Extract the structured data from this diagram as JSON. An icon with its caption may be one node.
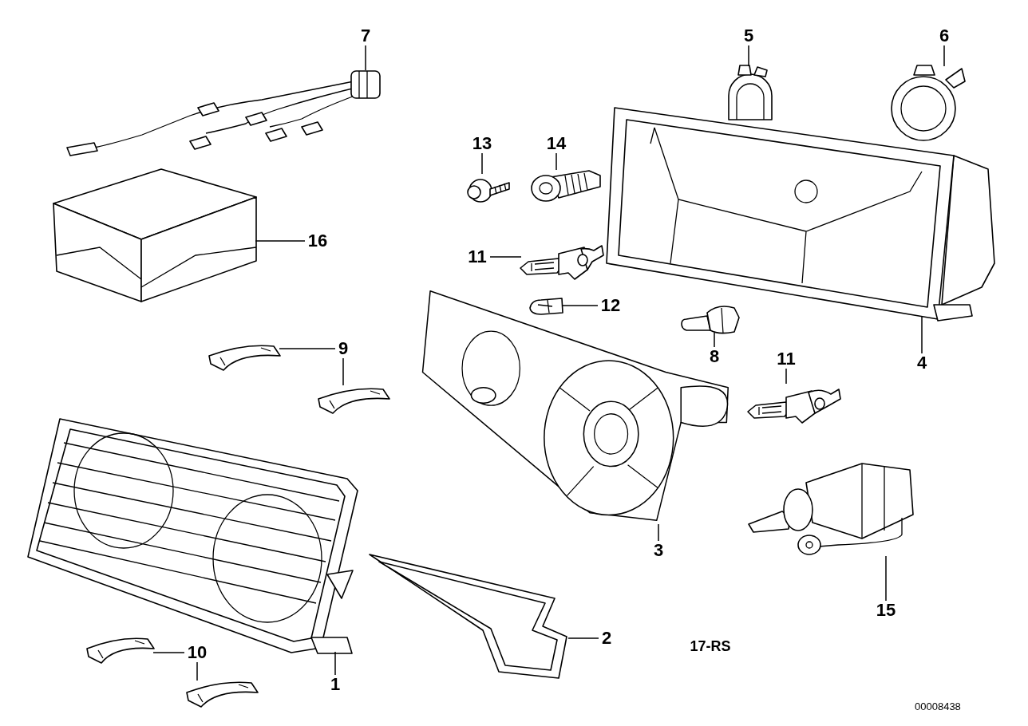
{
  "diagram": {
    "nodes": [
      {
        "text": [
          "7"
        ]
      },
      {
        "text": [
          "5"
        ]
      },
      {
        "text": [
          "6"
        ]
      },
      {
        "text": [
          "13"
        ]
      },
      {
        "text": [
          "14"
        ]
      },
      {
        "text": [
          "16"
        ]
      },
      {
        "text": [
          "11"
        ]
      },
      {
        "text": [
          "12"
        ]
      },
      {
        "text": [
          "9"
        ]
      },
      {
        "text": [
          "8"
        ]
      },
      {
        "text": [
          "4"
        ]
      },
      {
        "text": [
          "11"
        ]
      },
      {
        "text": [
          "3"
        ]
      },
      {
        "text": [
          "2"
        ]
      },
      {
        "text": [
          "15"
        ]
      },
      {
        "text": [
          "10"
        ]
      },
      {
        "text": [
          "1"
        ]
      },
      {
        "text": [],
        "shape": "picture"
      },
      {
        "text": [],
        "shape": "picture"
      },
      {
        "text": [],
        "shape": "picture"
      },
      {
        "text": [],
        "shape": "picture"
      },
      {
        "text": [],
        "shape": "picture"
      },
      {
        "text": [],
        "shape": "picture"
      },
      {
        "text": [],
        "shape": "picture"
      },
      {
        "text": [],
        "shape": "picture"
      },
      {
        "text": [],
        "shape": "picture"
      },
      {
        "text": [],
        "shape": "picture"
      },
      {
        "text": [],
        "shape": "picture"
      },
      {
        "text": [],
        "shape": "picture"
      },
      {
        "text": [],
        "shape": "picture"
      },
      {
        "text": [],
        "shape": "picture"
      },
      {
        "text": [],
        "shape": "picture"
      },
      {
        "text": [],
        "shape": "picture"
      },
      {
        "text": [],
        "shape": "picture"
      },
      {
        "text": [],
        "shape": "picture"
      },
      {
        "text": [],
        "shape": "picture"
      }
    ],
    "edges": [
      {
        "from": 0,
        "to": 17,
        "arrow": "none"
      },
      {
        "from": 1,
        "to": 18,
        "arrow": "none"
      },
      {
        "from": 2,
        "to": 19,
        "arrow": "none"
      },
      {
        "from": 3,
        "to": 20,
        "arrow": "none"
      },
      {
        "from": 4,
        "to": 21,
        "arrow": "none"
      },
      {
        "from": 5,
        "to": 22,
        "arrow": "none"
      },
      {
        "from": 6,
        "to": 23,
        "arrow": "none"
      },
      {
        "from": 7,
        "to": 24,
        "arrow": "none"
      },
      {
        "from": 8,
        "to": 25,
        "arrow": "none"
      },
      {
        "from": 8,
        "to": 26,
        "arrow": "none"
      },
      {
        "from": 9,
        "to": 27,
        "arrow": "none"
      },
      {
        "from": 10,
        "to": 28,
        "arrow": "none"
      },
      {
        "from": 11,
        "to": 29,
        "arrow": "none"
      },
      {
        "from": 12,
        "to": 30,
        "arrow": "none"
      },
      {
        "from": 13,
        "to": 32,
        "arrow": "none"
      },
      {
        "from": 14,
        "to": 31,
        "arrow": "none"
      },
      {
        "from": 15,
        "to": 34,
        "arrow": "none"
      },
      {
        "from": 15,
        "to": 35,
        "arrow": "none"
      },
      {
        "from": 16,
        "to": 33,
        "arrow": "none"
      }
    ],
    "labels": [
      "17-RS",
      "00008438"
    ]
  }
}
